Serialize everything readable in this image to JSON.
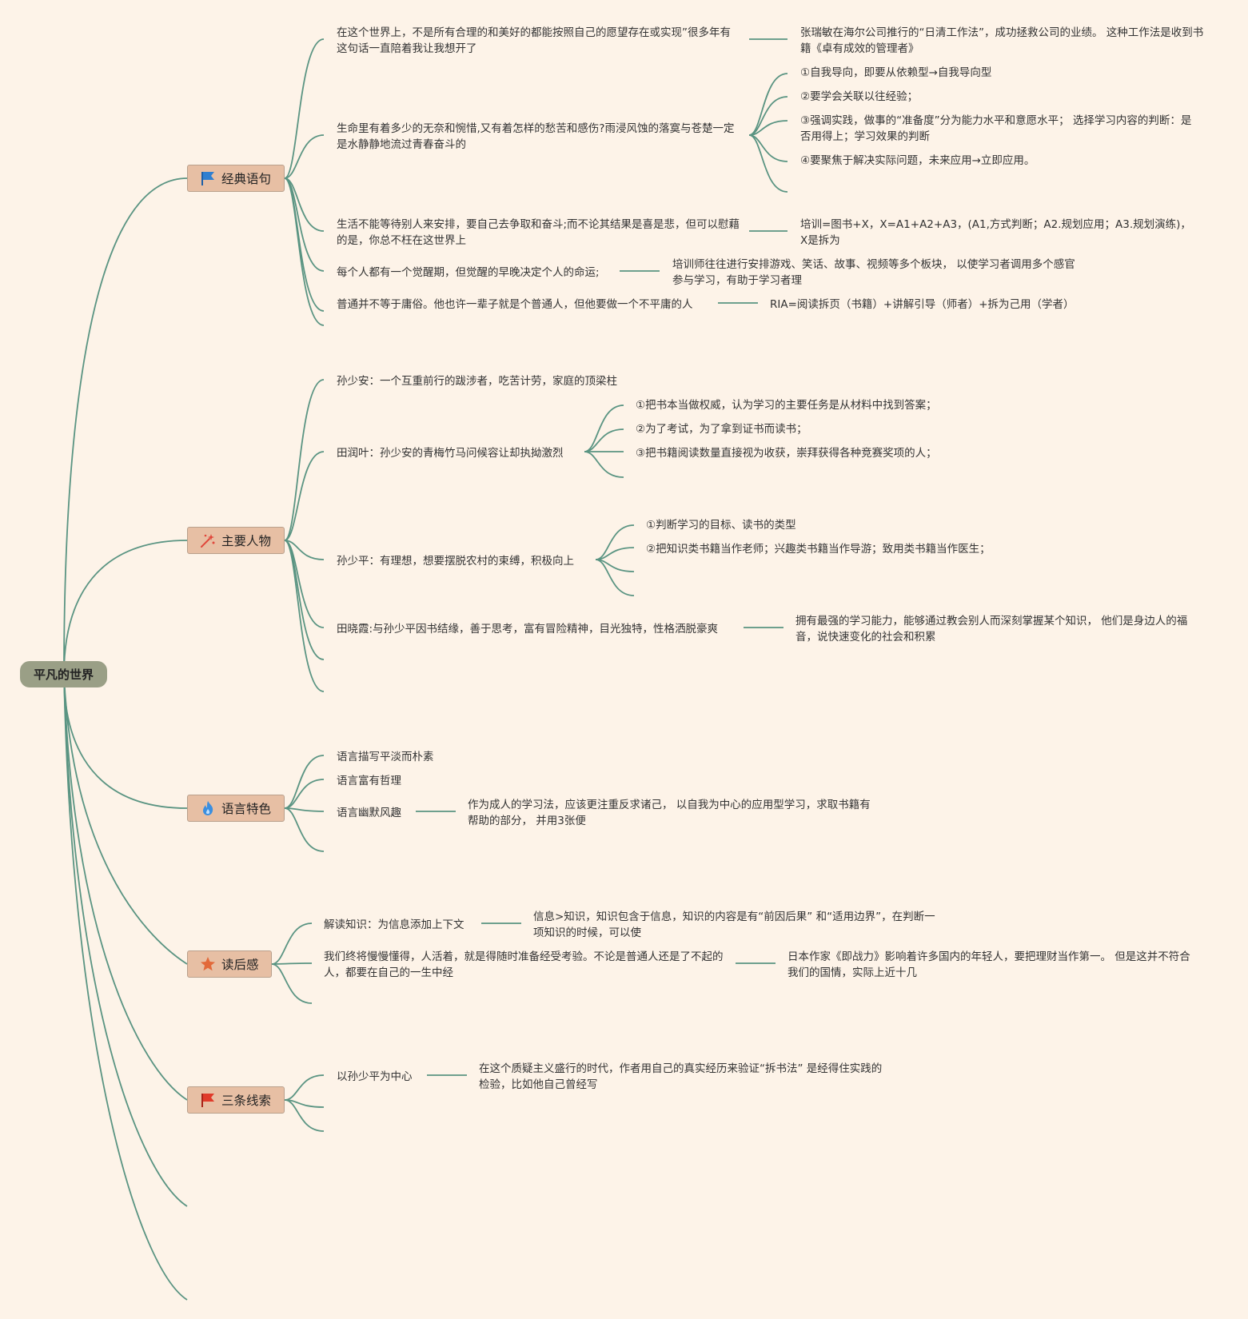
{
  "root": {
    "label": "平凡的世界"
  },
  "colors": {
    "background": "#fdf3e8",
    "line": "#5a9482",
    "branch_fill": "#e7bfa4",
    "root_fill": "#9a9f86"
  },
  "branches": [
    {
      "label": "经典语句",
      "icon": "blue-flag-icon",
      "icon_color": "#2f7fd0",
      "children": [
        {
          "text": "在这个世界上，不是所有合理的和美好的都能按照自己的愿望存在或实现”很多年有这句话一直陪着我让我想开了",
          "children": [
            {
              "text": "张瑞敏在海尔公司推行的“日清工作法”，成功拯救公司的业绩。 这种工作法是收到书籍《卓有成效的管理者》"
            }
          ]
        },
        {
          "text": "生命里有着多少的无奈和惋惜,又有着怎样的愁苦和感伤?雨浸风蚀的落寞与苍楚一定是水静静地流过青春奋斗的",
          "children": [
            {
              "text": "①自我导向，即要从依赖型→自我导向型"
            },
            {
              "text": "②要学会关联以往经验；"
            },
            {
              "text": "③强调实践，做事的“准备度”分为能力水平和意愿水平； 选择学习内容的判断：是否用得上；学习效果的判断"
            },
            {
              "text": "④要聚焦于解决实际问题，未来应用→立即应用。"
            },
            {
              "text": ""
            }
          ]
        },
        {
          "text": "生活不能等待别人来安排，要自己去争取和奋斗;而不论其结果是喜是悲，但可以慰藉的是，你总不枉在这世界上",
          "children": [
            {
              "text": "培训=图书+X，X=A1+A2+A3，(A1,方式判断；A2.规划应用；A3.规划演练)， X是拆为"
            }
          ]
        },
        {
          "text": "每个人都有一个觉醒期，但觉醒的早晚决定个人的命运;",
          "children": [
            {
              "text": "培训师往往进行安排游戏、笑话、故事、视频等多个板块， 以使学习者调用多个感官参与学习，有助于学习者理"
            }
          ]
        },
        {
          "text": "普通并不等于庸俗。他也许一辈子就是个普通人，但他要做一个不平庸的人",
          "children": [
            {
              "text": "RIA=阅读拆页（书籍）+讲解引导（师者）+拆为己用（学者）"
            }
          ]
        },
        {
          "text": ""
        }
      ]
    },
    {
      "label": "主要人物",
      "icon": "sparkle-wand-icon",
      "icon_color": "#e0463a",
      "children": [
        {
          "text": "孙少安：一个互重前行的跋涉者，吃苦计劳，家庭的顶梁柱"
        },
        {
          "text": "田润叶：孙少安的青梅竹马问候容让却执拗激烈",
          "children": [
            {
              "text": "①把书本当做权威，认为学习的主要任务是从材料中找到答案；"
            },
            {
              "text": "②为了考试，为了拿到证书而读书；"
            },
            {
              "text": "③把书籍阅读数量直接视为收获，崇拜获得各种竞赛奖项的人；"
            },
            {
              "text": ""
            }
          ]
        },
        {
          "text": "孙少平：有理想，想要摆脱农村的束缚，积极向上",
          "children": [
            {
              "text": "①判断学习的目标、读书的类型"
            },
            {
              "text": "②把知识类书籍当作老师；兴趣类书籍当作导游；致用类书籍当作医生；"
            },
            {
              "text": ""
            },
            {
              "text": ""
            }
          ]
        },
        {
          "text": "田晓霞:与孙少平因书结缘，善于思考，富有冒险精神，目光独特，性格洒脱豪爽",
          "children": [
            {
              "text": "拥有最强的学习能力，能够通过教会别人而深刻掌握某个知识， 他们是身边人的福音，说快速变化的社会和积累"
            }
          ]
        },
        {
          "text": ""
        },
        {
          "text": ""
        },
        {
          "text": ""
        }
      ]
    },
    {
      "label": "语言特色",
      "icon": "flame-icon",
      "icon_color": "#3b8fe0",
      "children": [
        {
          "text": "语言描写平淡而朴素"
        },
        {
          "text": "语言富有哲理"
        },
        {
          "text": "语言幽默风趣",
          "children": [
            {
              "text": "作为成人的学习法，应该更注重反求诸己， 以自我为中心的应用型学习，求取书籍有帮助的部分， 并用3张便"
            }
          ]
        },
        {
          "text": ""
        }
      ]
    },
    {
      "label": "读后感",
      "icon": "star-icon",
      "icon_color": "#e2693a",
      "children": [
        {
          "text": "解读知识：为信息添加上下文",
          "children": [
            {
              "text": "信息>知识，知识包含于信息，知识的内容是有“前因后果” 和“适用边界”，在判断一项知识的时候，可以使"
            }
          ]
        },
        {
          "text": "我们终将慢慢懂得，人活着，就是得随时准备经受考验。不论是普通人还是了不起的人，都要在自己的一生中经",
          "children": [
            {
              "text": "日本作家《即战力》影响着许多国内的年轻人，要把理财当作第一。 但是这并不符合我们的国情，实际上近十几"
            }
          ]
        },
        {
          "text": ""
        }
      ]
    },
    {
      "label": "三条线索",
      "icon": "red-flag-icon",
      "icon_color": "#e03a2a",
      "children": [
        {
          "text": "以孙少平为中心",
          "children": [
            {
              "text": "在这个质疑主义盛行的时代，作者用自己的真实经历来验证“拆书法” 是经得住实践的检验，比如他自己曾经写"
            }
          ]
        },
        {
          "text": ""
        },
        {
          "text": ""
        }
      ]
    }
  ]
}
